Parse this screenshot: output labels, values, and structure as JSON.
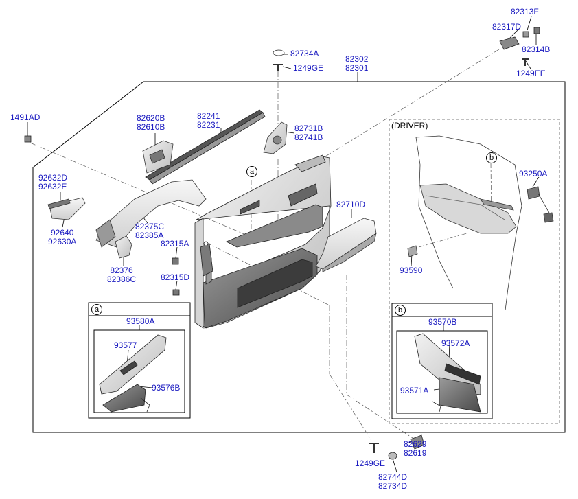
{
  "labels": {
    "p82313F": "82313F",
    "p82317D": "82317D",
    "p82314B": "82314B",
    "p1249EE": "1249EE",
    "p82734A": "82734A",
    "p1249GE_top": "1249GE",
    "p82302": "82302",
    "p82301": "82301",
    "p1491AD": "1491AD",
    "p82620B": "82620B",
    "p82610B": "82610B",
    "p82241": "82241",
    "p82231": "82231",
    "p82731B": "82731B",
    "p82741B": "82741B",
    "p92632D": "92632D",
    "p92632E": "92632E",
    "p92640": "92640",
    "p92630A": "92630A",
    "p82375C": "82375C",
    "p82385A": "82385A",
    "p82376": "82376",
    "p82386C": "82386C",
    "p82315A": "82315A",
    "p82315D": "82315D",
    "p82710D": "82710D",
    "p93250A": "93250A",
    "p93590": "93590",
    "p93580A": "93580A",
    "p93577": "93577",
    "p93576B": "93576B",
    "p93570B": "93570B",
    "p93572A": "93572A",
    "p93571A": "93571A",
    "p1249GE_bot": "1249GE",
    "p82629": "82629",
    "p82619": "82619",
    "p82744D": "82744D",
    "p82734D": "82734D"
  },
  "driver_title": "(DRIVER)",
  "callouts": {
    "a": "a",
    "b": "b"
  }
}
